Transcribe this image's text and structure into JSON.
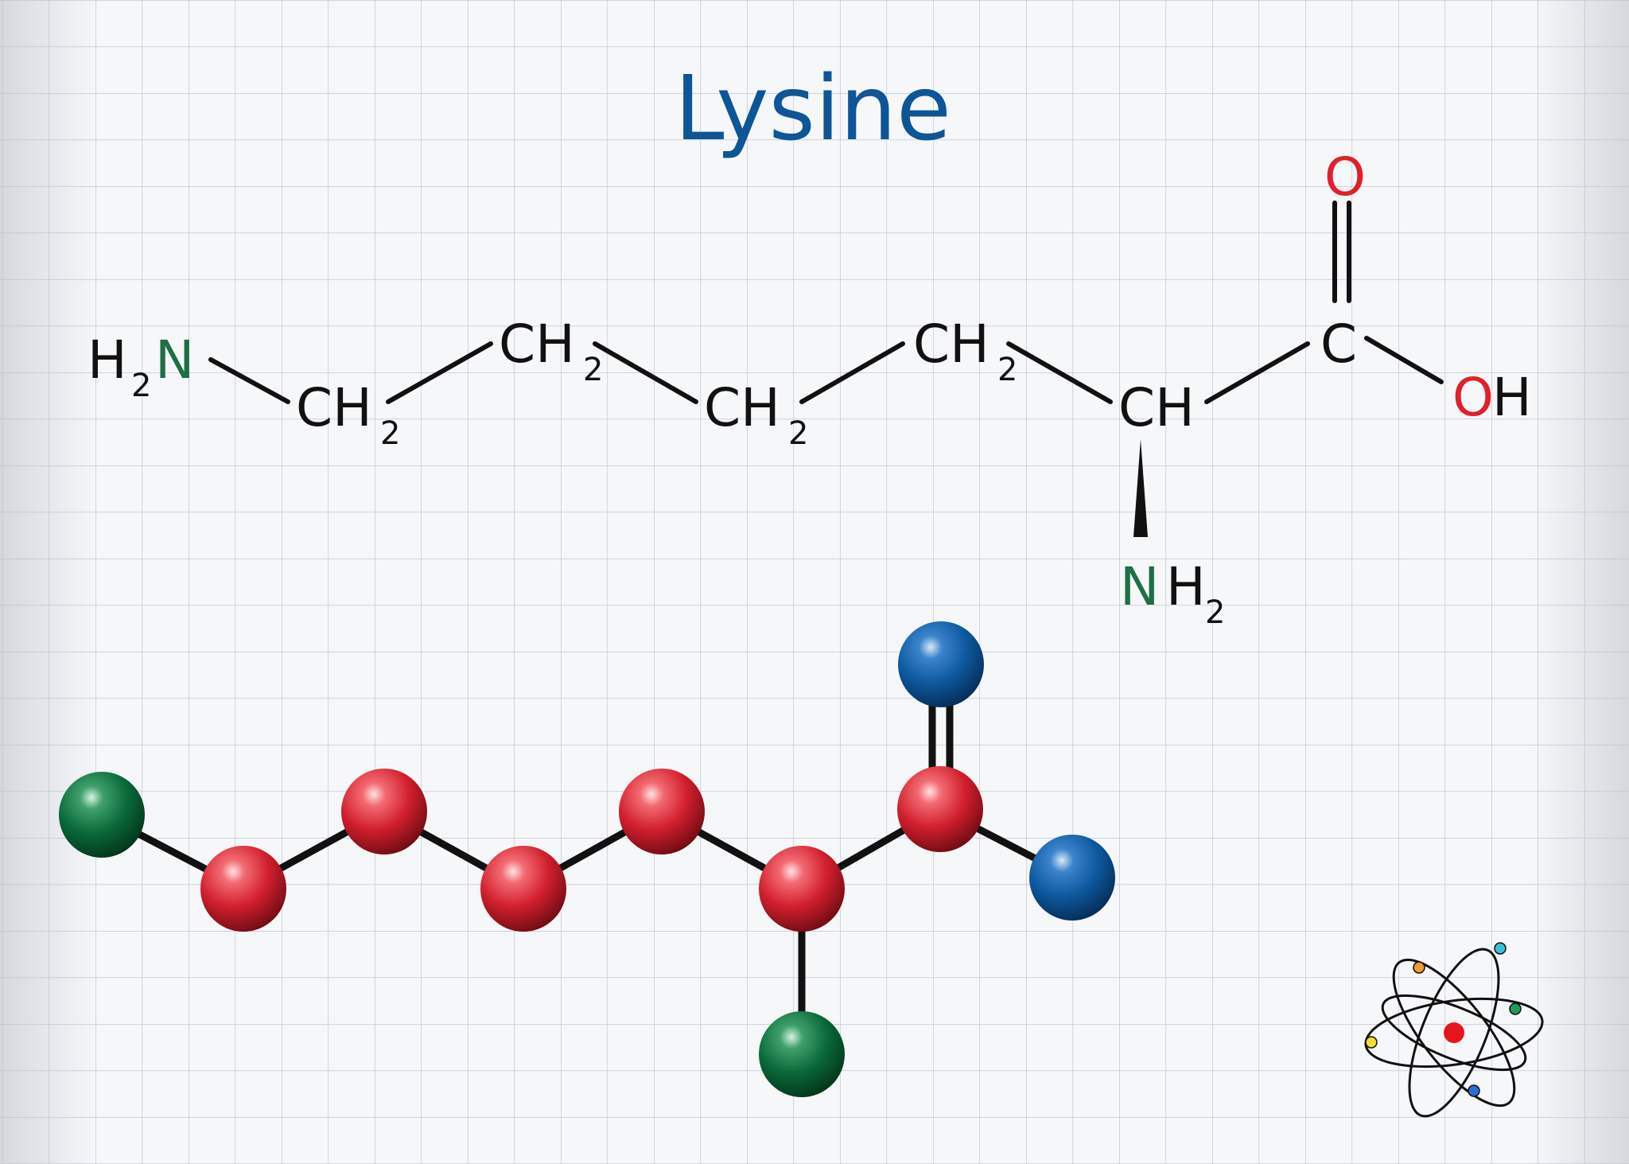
{
  "title": "Lysine",
  "colors": {
    "title": "#0d5597",
    "bond": "#111111",
    "carbon_text": "#111111",
    "nitrogen_text": "#1f6f44",
    "oxygen_text": "#e0202a",
    "ball_carbon": "#d21f2e",
    "ball_nitrogen": "#0a6a3a",
    "ball_oxygen": "#0e5aa0",
    "grid": "#b9bccd"
  },
  "structure": {
    "amino_left": {
      "h": "H",
      "h_sub": "2",
      "n": "N"
    },
    "ch2_1": {
      "c": "CH",
      "sub": "2"
    },
    "ch2_2": {
      "c": "CH",
      "sub": "2"
    },
    "ch2_3": {
      "c": "CH",
      "sub": "2"
    },
    "ch2_4": {
      "c": "CH",
      "sub": "2"
    },
    "alpha": {
      "c": "CH"
    },
    "carboxyl_c": {
      "c": "C"
    },
    "carbonyl_o": {
      "o": "O"
    },
    "hydroxyl": {
      "o": "O",
      "h": "H"
    },
    "amino_alpha": {
      "n": "N",
      "h": "H",
      "h_sub": "2"
    }
  },
  "ball_model": {
    "atoms": [
      "nitrogen",
      "carbon",
      "carbon",
      "carbon",
      "carbon",
      "carbon",
      "nitrogen",
      "carbon",
      "oxygen",
      "oxygen"
    ]
  },
  "icons": {
    "logo": "atom-icon"
  }
}
